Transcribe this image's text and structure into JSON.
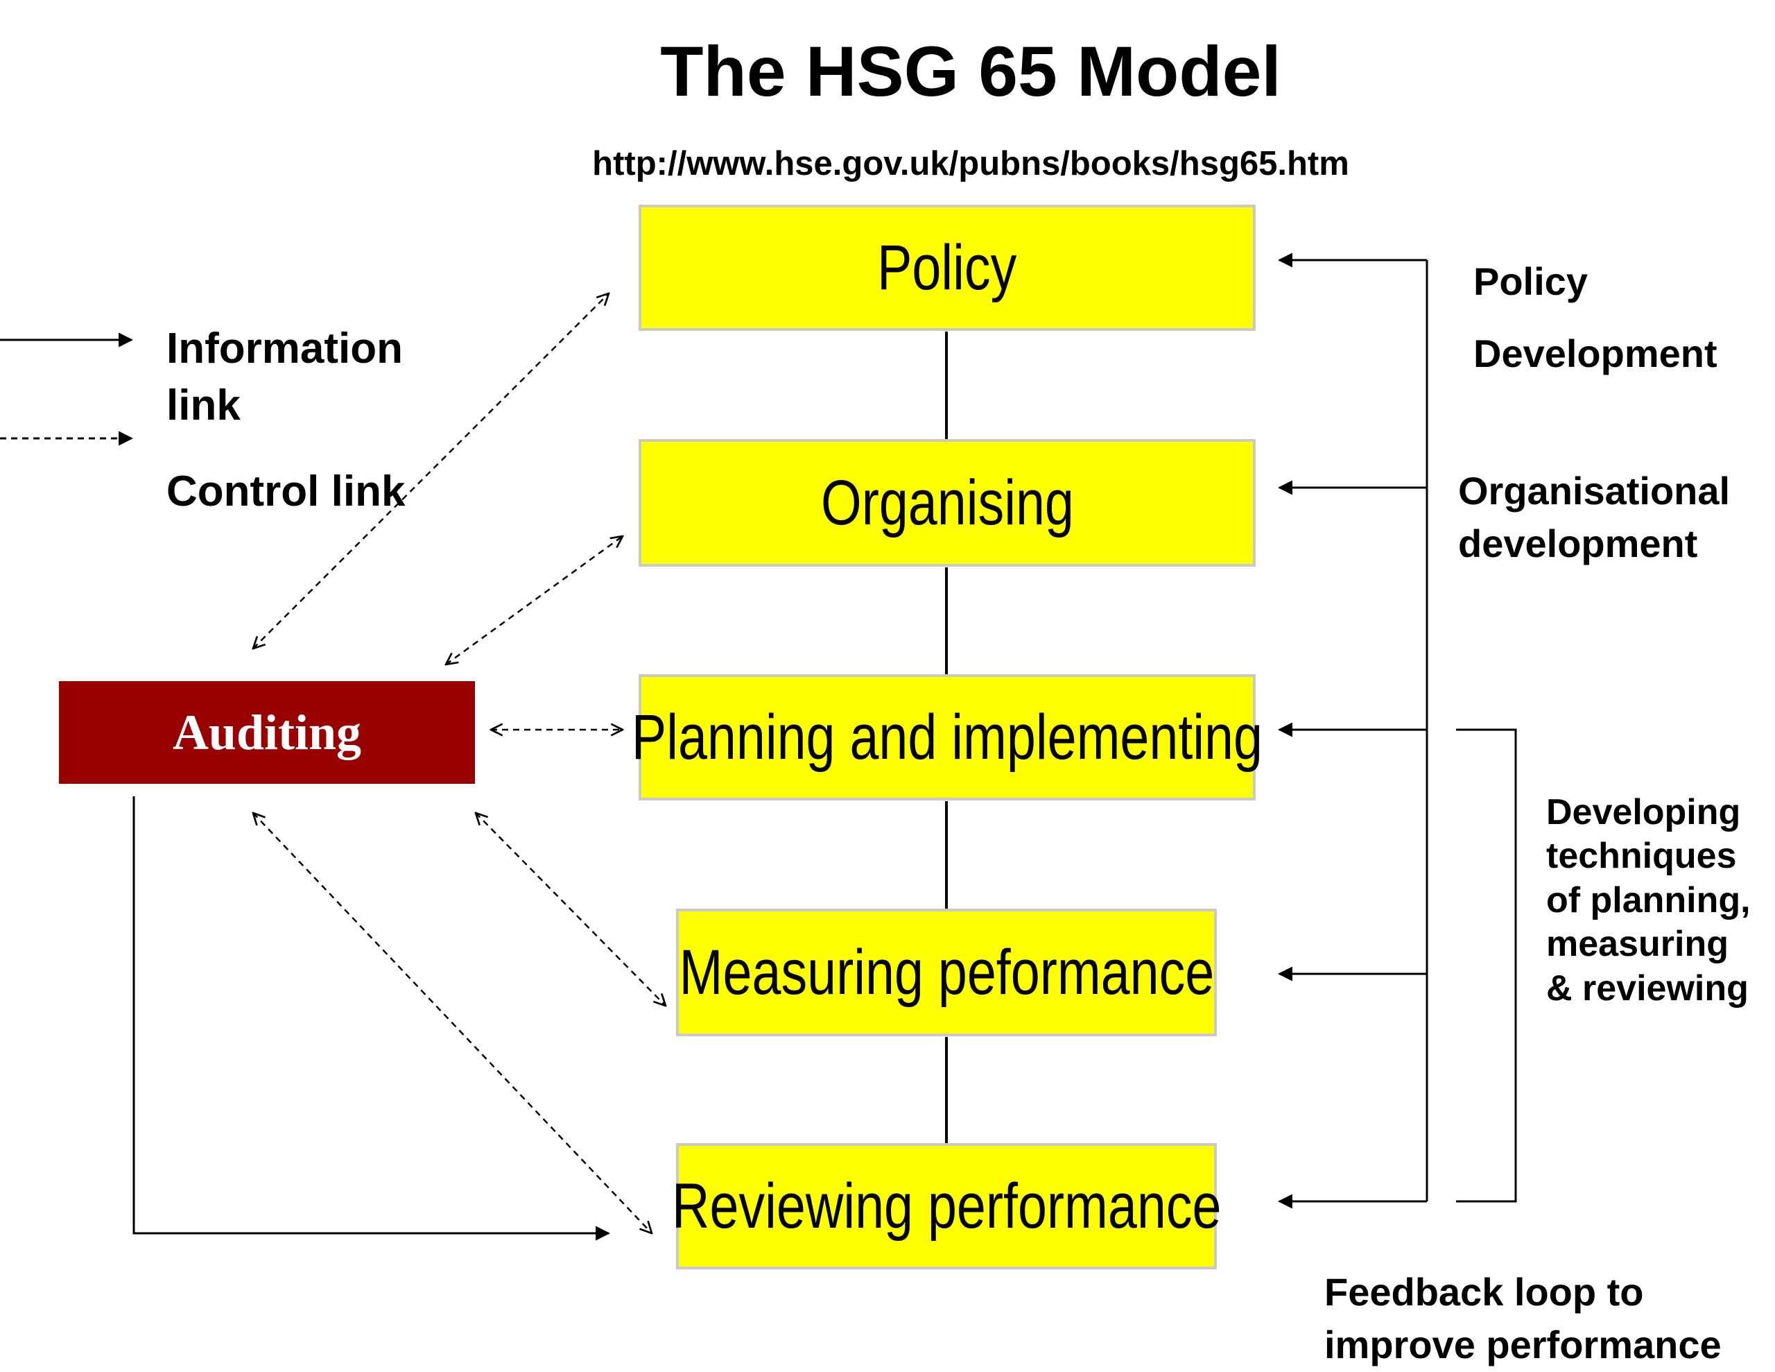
{
  "title": "The HSG 65 Model",
  "url": "http://www.hse.gov.uk/pubns/books/hsg65.htm",
  "legend": {
    "information_link": "Information link",
    "control_link": "Control link"
  },
  "boxes": {
    "policy": "Policy",
    "organising": "Organising",
    "planning": "Planning and implementing",
    "measuring": "Measuring peformance",
    "reviewing": "Reviewing performance",
    "auditing": "Auditing"
  },
  "right_labels": {
    "policy": "Policy",
    "development": "Development",
    "organisational_1": "Organisational",
    "organisational_2": "development",
    "developing": [
      "Developing",
      "techniques",
      "of planning,",
      "measuring",
      "& reviewing"
    ],
    "feedback_1": "Feedback loop to",
    "feedback_2": "improve performance"
  },
  "colors": {
    "box_fill": "#ffff00",
    "box_border": "#c9c9c9",
    "auditing_fill": "#990000",
    "auditing_text": "#ffffff"
  }
}
